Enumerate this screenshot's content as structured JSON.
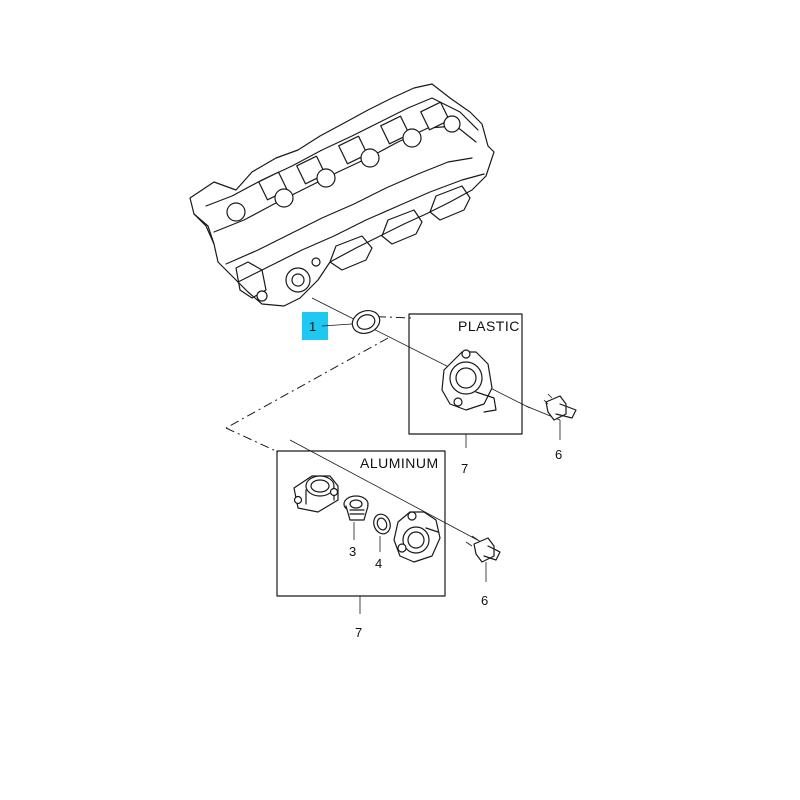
{
  "highlight_color": "#1ec8f0",
  "groups": {
    "plastic": {
      "label": "PLASTIC",
      "callout": "7"
    },
    "aluminum": {
      "label": "ALUMINUM",
      "callout": "7"
    }
  },
  "callouts": {
    "gasket": "1",
    "thermostat": "3",
    "seal_ring": "4",
    "bolt_plastic": "6",
    "bolt_aluminum": "6"
  }
}
